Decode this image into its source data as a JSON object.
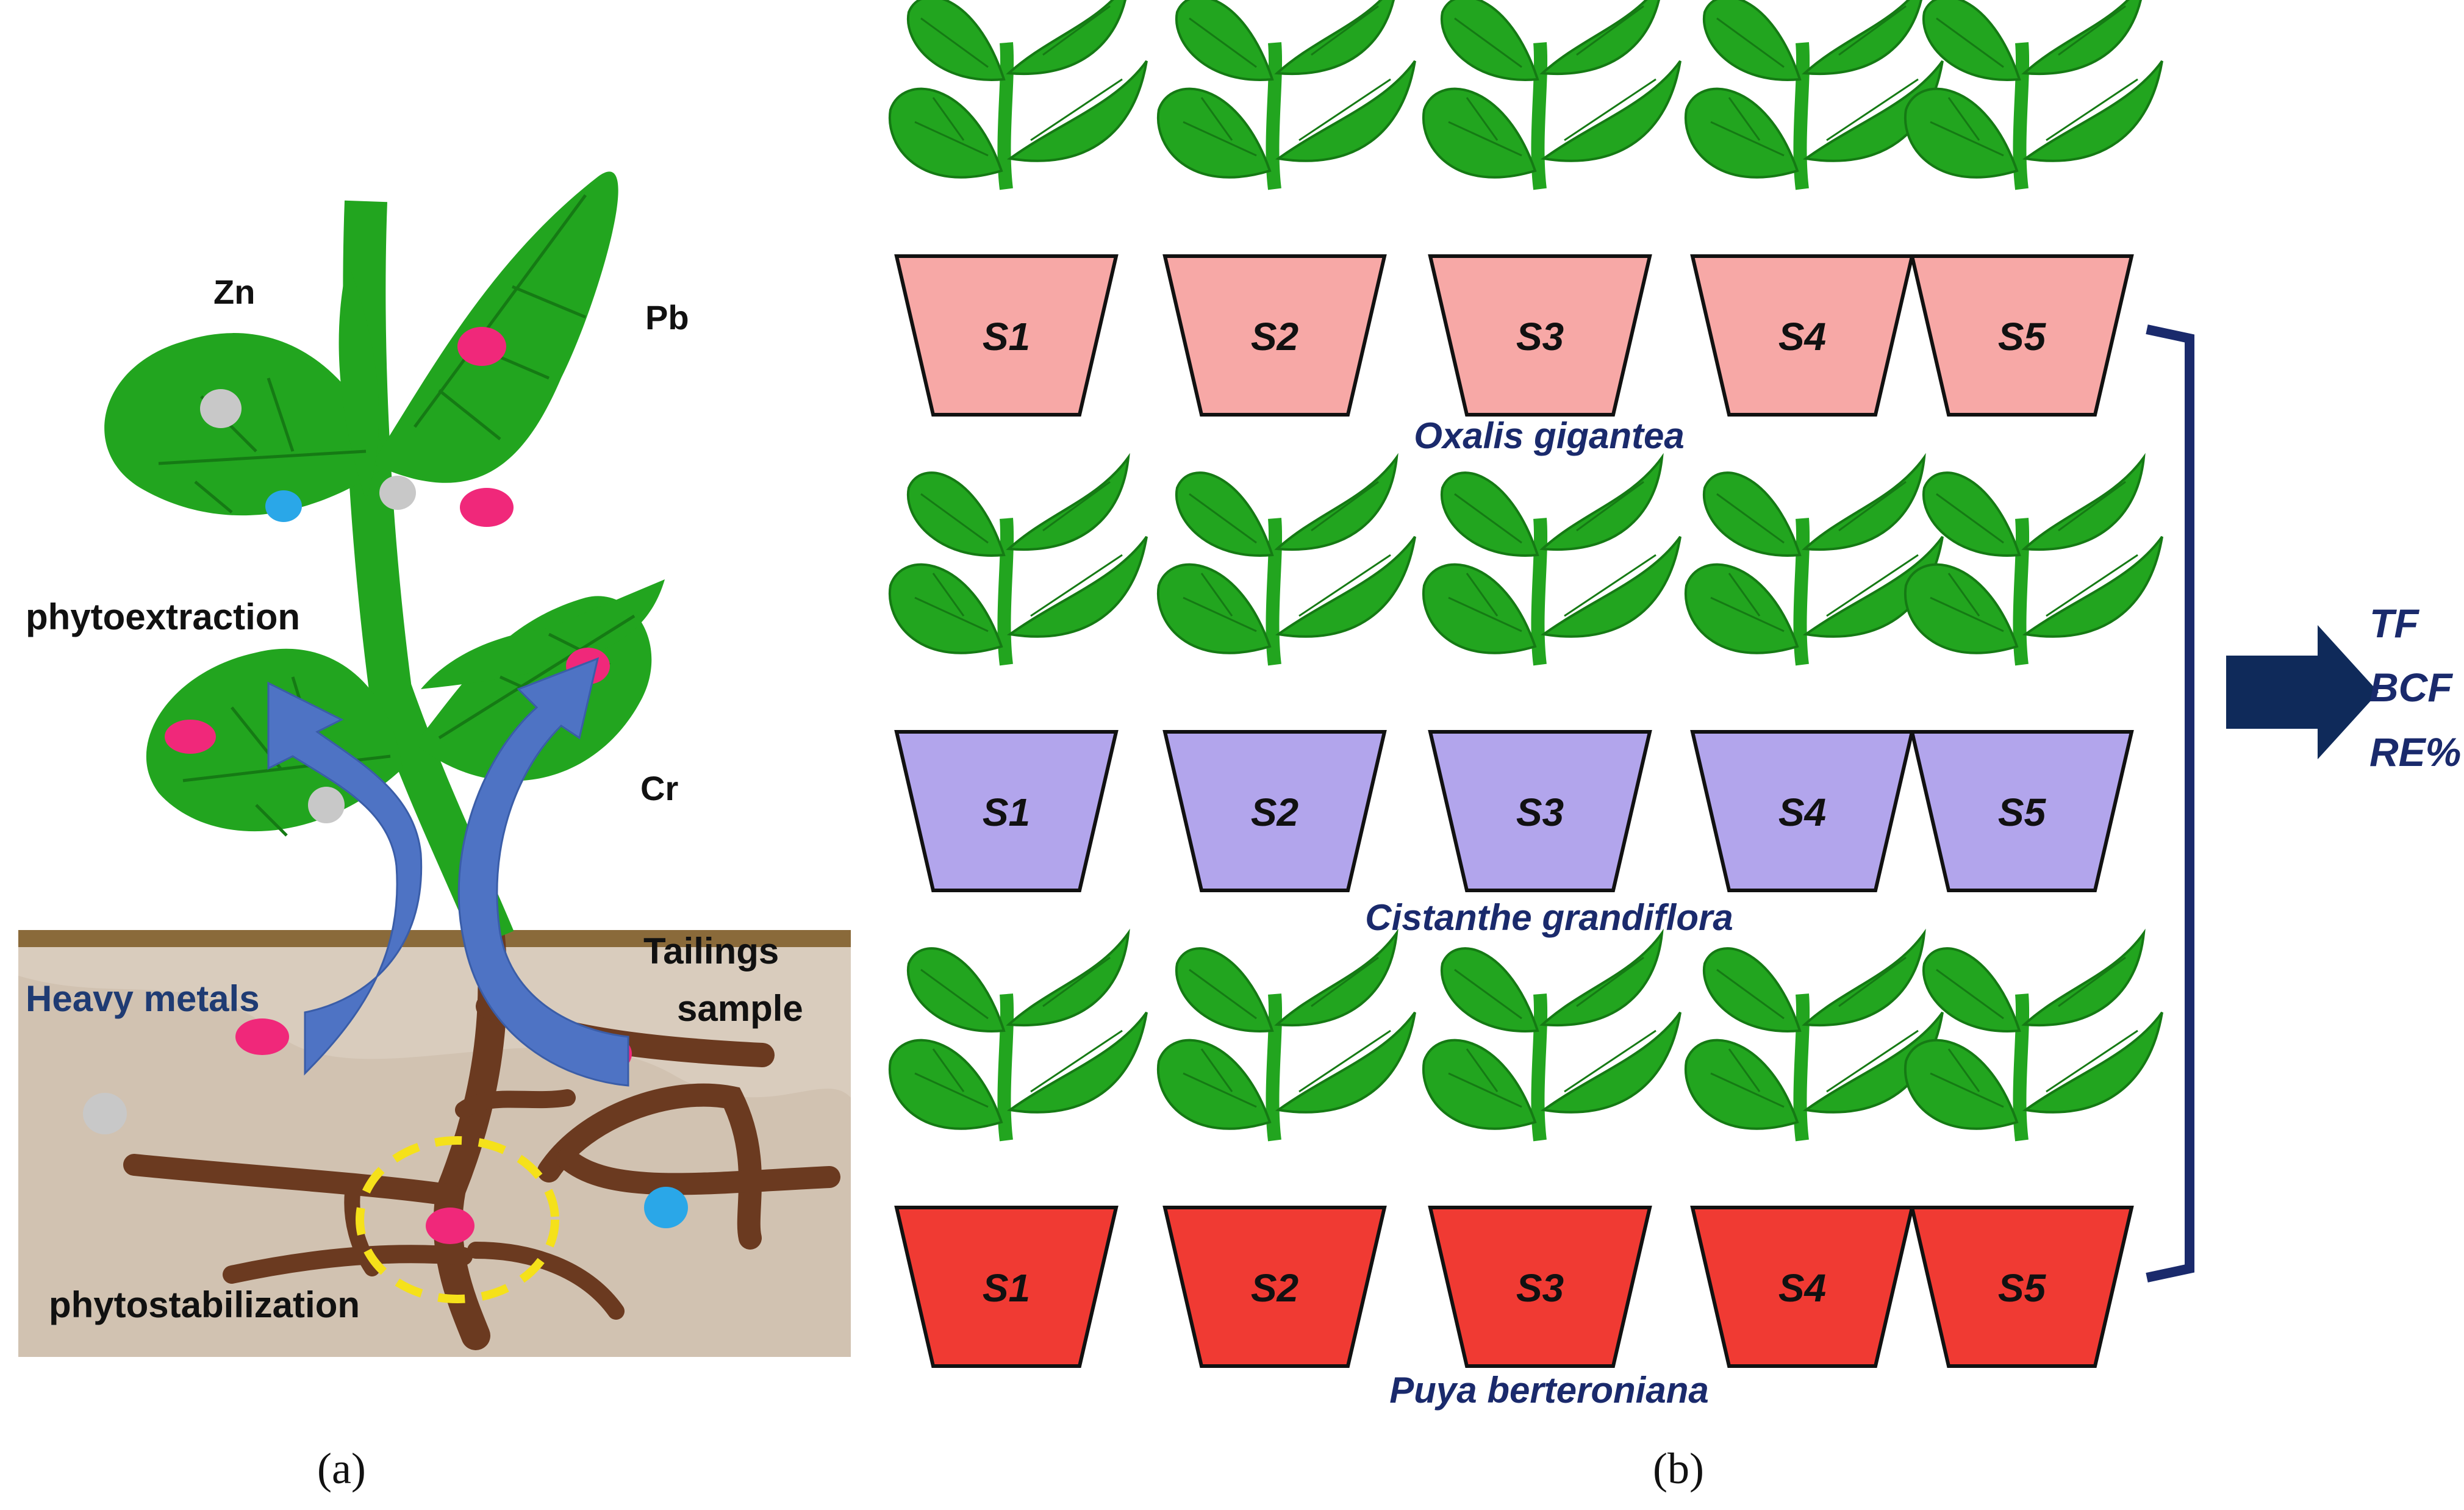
{
  "panel_a": {
    "caption": "(a)",
    "labels": {
      "zn": "Zn",
      "pb": "Pb",
      "cr": "Cr",
      "phytoextraction": "phytoextraction",
      "heavy_metals": "Heavy metals",
      "tailings_line1": "Tailings",
      "tailings_line2": "sample",
      "phytostabilization": "phytostabilization"
    },
    "colors": {
      "leaf": "#22a51f",
      "root": "#6b3a20",
      "soil": "#d9ccbd",
      "soil_line": "#8a6a3a",
      "arrow": "#4e73c4",
      "metal_pink": "#f0287a",
      "metal_gray": "#c8c8c8",
      "metal_blue": "#2aa7e8",
      "highlight": "#f5e11a"
    }
  },
  "panel_b": {
    "caption": "(b)",
    "groups": [
      {
        "species": "Oxalis gigantea",
        "pot_color": "#f7a8a6",
        "samples": [
          "S1",
          "S2",
          "S3",
          "S4",
          "S5"
        ]
      },
      {
        "species": "Cistanthe grandiflora",
        "pot_color": "#b2a5ec",
        "samples": [
          "S1",
          "S2",
          "S3",
          "S4",
          "S5"
        ]
      },
      {
        "species": "Puya berteroniana",
        "pot_color": "#f03a33",
        "samples": [
          "S1",
          "S2",
          "S3",
          "S4",
          "S5"
        ]
      }
    ],
    "outputs": [
      "TF",
      "BCF",
      "RE%"
    ],
    "colors": {
      "arrow": "#0f2a5a",
      "bracket": "#1a2a6c",
      "plant": "#22a51f"
    }
  }
}
